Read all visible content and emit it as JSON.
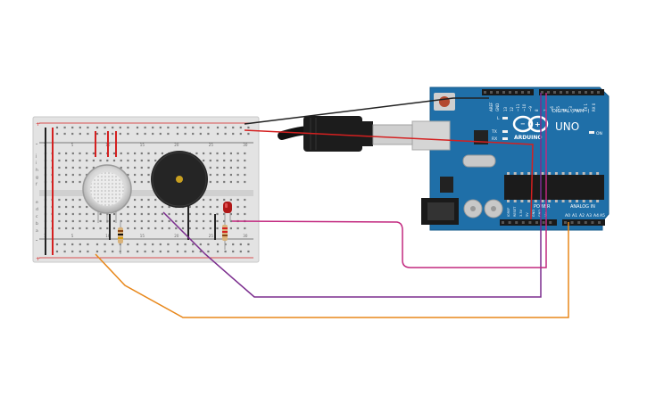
{
  "board": {
    "logo_text": "ARDUINO",
    "model": "UNO",
    "digital_header": "DIGITAL (PWM~)",
    "analog_header": "ANALOG IN",
    "power_header": "POWER",
    "on_label": "ON",
    "tx_label": "TX",
    "rx_label": "RX",
    "l_label": "L",
    "aref_label": "AREF",
    "gnd_label": "GND",
    "digital_pins": [
      "13",
      "12",
      "~11",
      "~10",
      "~9",
      "8",
      "7",
      "~6",
      "~5",
      "4",
      "~3",
      "2",
      "TX 1",
      "RX 0"
    ],
    "analog_pins": [
      "A0",
      "A1",
      "A2",
      "A3",
      "A4",
      "A5"
    ],
    "power_pins": [
      "IOREF",
      "RESET",
      "3.3V",
      "5V",
      "GND",
      "GND",
      "Vin"
    ]
  },
  "breadboard": {
    "row_letters_top": [
      "j",
      "i",
      "h",
      "g",
      "f"
    ],
    "row_letters_bottom": [
      "e",
      "d",
      "c",
      "b",
      "a"
    ],
    "column_numbers": [
      "1",
      "",
      "",
      "",
      "5",
      "",
      "",
      "",
      "",
      "10",
      "",
      "",
      "",
      "",
      "15",
      "",
      "",
      "",
      "",
      "20",
      "",
      "",
      "",
      "",
      "25",
      "",
      "",
      "",
      "",
      "30"
    ],
    "rail_plus": "+",
    "rail_minus": "-"
  },
  "colors": {
    "board_blue": "#1f6fa8",
    "wire_red": "#d42020",
    "wire_black": "#222222",
    "wire_orange": "#e8871a",
    "wire_purple": "#7b2d8e",
    "wire_magenta": "#c2287f",
    "breadboard_bg": "#e6e6e6"
  },
  "components": {
    "gas_sensor": "gas-sensor",
    "buzzer": "piezo-buzzer",
    "led": "red-led",
    "resistors": 2,
    "usb_cable": "usb-cable"
  }
}
